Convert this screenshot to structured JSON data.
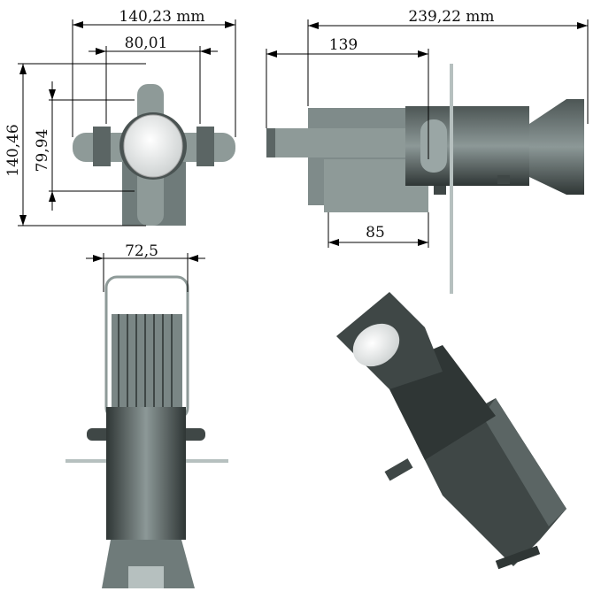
{
  "title": "Profile spot light dimension drawing",
  "units": "mm",
  "dimensions": {
    "front_width": "140,23 mm",
    "front_inner_width": "80,01",
    "front_height": "140,46",
    "front_inner_height": "79,94",
    "side_length": "239,22 mm",
    "side_partial_length": "139",
    "side_base_length": "85",
    "rear_width": "72,5"
  },
  "colors": {
    "body": "#8e9a98",
    "dark": "#3f4746",
    "lens": "#eeeeee"
  }
}
